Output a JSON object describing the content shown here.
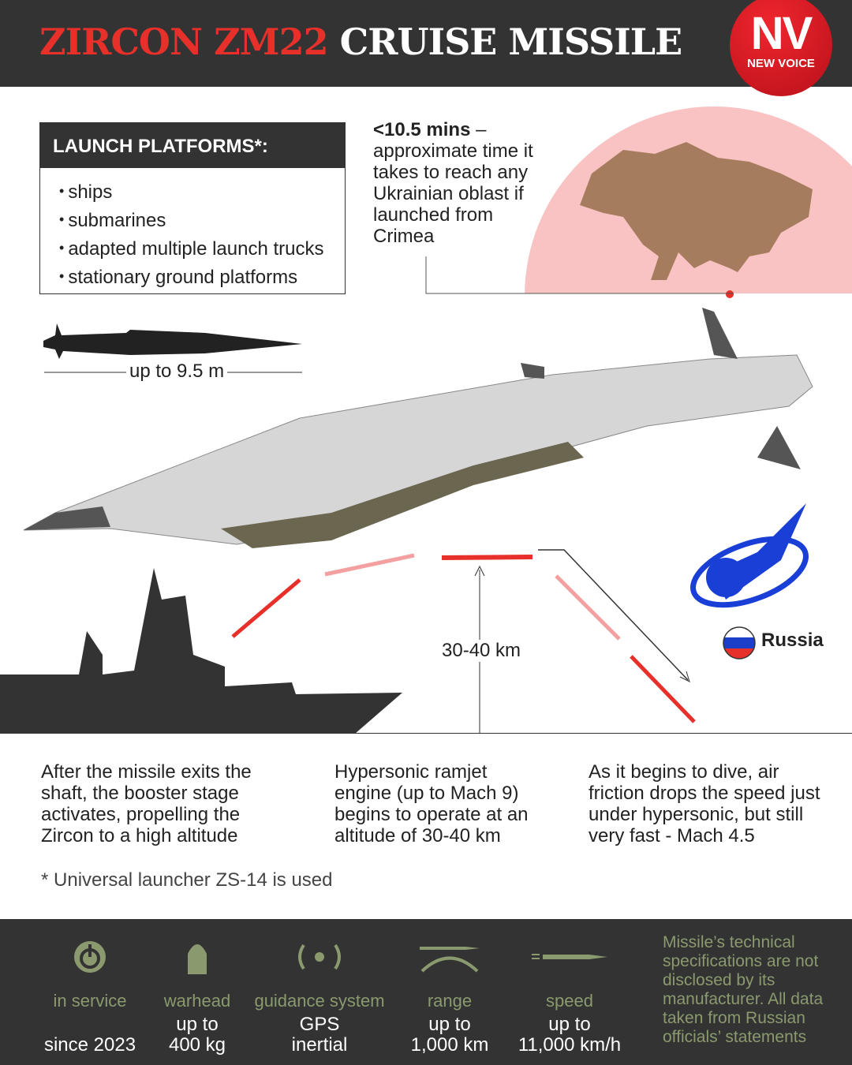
{
  "header": {
    "title_red": "ZIRCON ZM22",
    "title_white": "CRUISE MISSILE"
  },
  "logo": {
    "main": "NV",
    "sub": "NEW VOICE"
  },
  "launch_platforms": {
    "title": "LAUNCH PLATFORMS*:",
    "items": [
      "ships",
      "submarines",
      "adapted multiple launch trucks",
      "stationary ground platforms"
    ]
  },
  "time_note": {
    "bold": "<10.5 mins",
    "rest": "approximate time it takes to reach any Ukrainian oblast if launched from Crimea"
  },
  "length": "up to 9.5 m",
  "altitude": "30-40 km",
  "country": "Russia",
  "stages": [
    "After the missile exits the shaft, the booster stage activates, propelling the Zircon to a high altitude",
    "Hypersonic ramjet engine (up to Mach 9) begins to operate at an altitude of 30-40 km",
    "As it begins to dive, air friction drops the speed just under hypersonic, but still very fast - Mach 4.5"
  ],
  "footnote": "* Universal launcher ZS-14 is used",
  "specs": [
    {
      "icon": "power-icon",
      "label": "in service",
      "value1": "",
      "value2": "since 2023"
    },
    {
      "icon": "warhead-icon",
      "label": "warhead",
      "value1": "up to",
      "value2": "400 kg"
    },
    {
      "icon": "signal-icon",
      "label": "guidance system",
      "value1": "GPS",
      "value2": "inertial"
    },
    {
      "icon": "range-icon",
      "label": "range",
      "value1": "up to",
      "value2": "1,000 km"
    },
    {
      "icon": "speed-icon",
      "label": "speed",
      "value1": "up to",
      "value2": "11,000 km/h"
    }
  ],
  "disclaimer": "Missile’s technical specifications are not disclosed by its manufacturer. All data taken from Russian officials’ statements",
  "colors": {
    "accent": "#e8302a",
    "dark": "#333333",
    "olive": "#8a9a6e",
    "pink": "#f9c3c3",
    "map": "#a67c5e"
  }
}
